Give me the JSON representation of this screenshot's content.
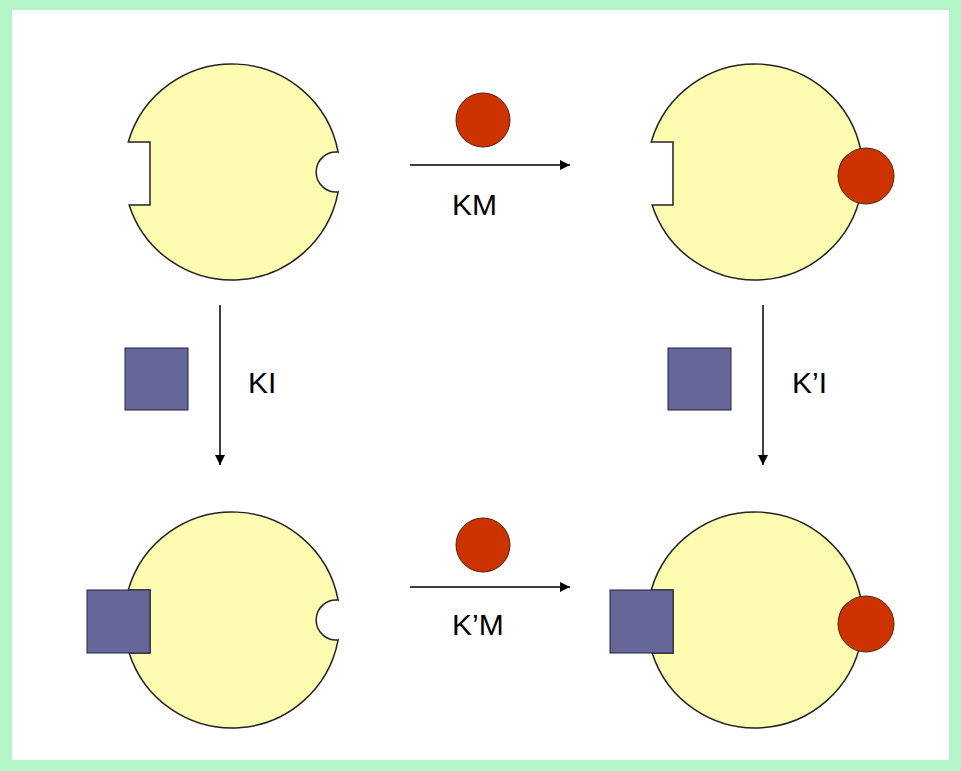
{
  "diagram": {
    "labels": [
      "KM",
      "KI",
      "K’I",
      "K’M"
    ]
  }
}
